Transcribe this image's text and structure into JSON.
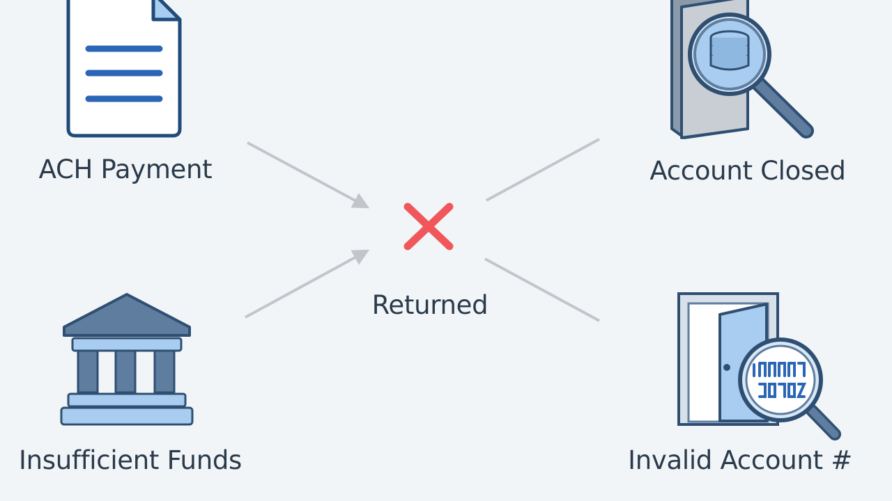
{
  "nodes": {
    "ach_payment": {
      "label": "ACH Payment",
      "icon": "document-icon"
    },
    "insufficient_funds": {
      "label": "Insufficient Funds",
      "icon": "bank-icon"
    },
    "returned": {
      "label": "Returned",
      "icon": "red-x-icon"
    },
    "account_closed": {
      "label": "Account Closed",
      "icon": "closed-account-search-icon"
    },
    "invalid_account": {
      "label": "Invalid Account #",
      "icon": "door-magnifier-icon"
    }
  },
  "colors": {
    "background": "#f2f5f8",
    "outline": "#1f4a7a",
    "blue_fill": "#a9cdf0",
    "light_fill": "#d8e8f8",
    "arrow": "#c2c6ca",
    "x_mark": "#f0575a",
    "text": "#2a3a4a"
  }
}
